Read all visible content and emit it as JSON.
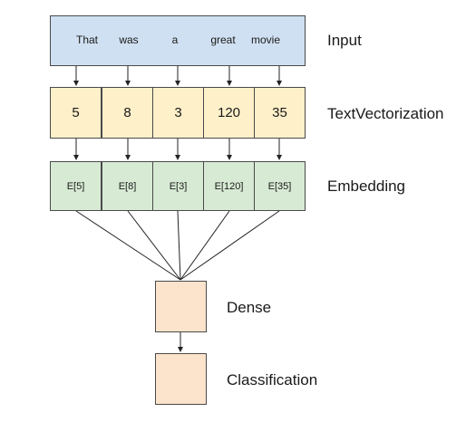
{
  "input": {
    "label": "Input",
    "words": [
      "That",
      "was",
      "a",
      "great",
      "movie"
    ]
  },
  "vectorization": {
    "label": "TextVectorization",
    "tokens": [
      "5",
      "8",
      "3",
      "120",
      "35"
    ]
  },
  "embedding": {
    "label": "Embedding",
    "vectors": [
      "E[5]",
      "E[8]",
      "E[3]",
      "E[120]",
      "E[35]"
    ]
  },
  "dense": {
    "label": "Dense"
  },
  "classification": {
    "label": "Classification"
  },
  "colors": {
    "input_fill": "#cfe0f2",
    "vectorization_fill": "#fef0c9",
    "embedding_fill": "#d7ebd4",
    "dense_fill": "#fce3cc",
    "stroke": "#4a4a4a"
  }
}
